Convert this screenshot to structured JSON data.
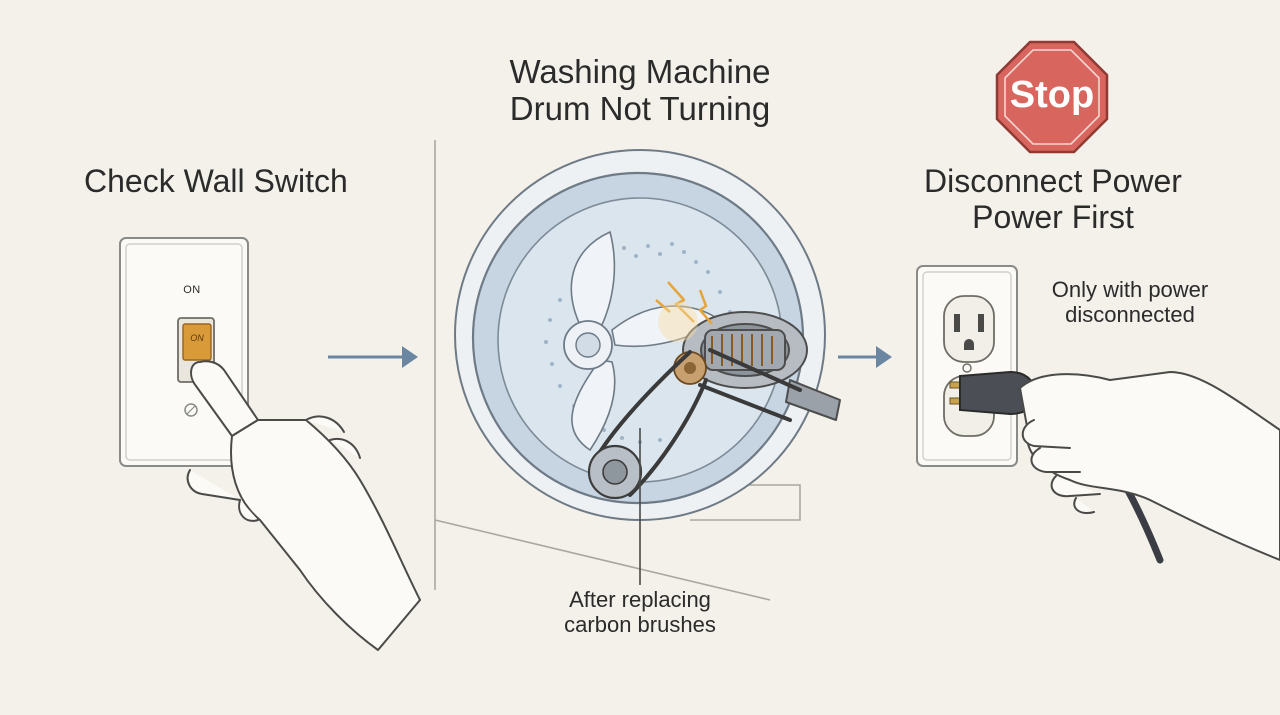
{
  "title": {
    "line1": "Washing Machine",
    "line2": "Drum Not Turning"
  },
  "step1": {
    "label": "Check Wall Switch",
    "switch_state": "ON",
    "toggle_text": "ON"
  },
  "step2": {
    "caption_line1": "After replacing",
    "caption_line2": "carbon brushes"
  },
  "step3": {
    "sign_text": "Stop",
    "label_line1": "Disconnect Power",
    "label_line2": "Power First",
    "note_line1": "Only with power",
    "note_line2": "disconnected"
  },
  "colors": {
    "background": "#f4f1ea",
    "stop_red": "#d9665e",
    "arrow_blue": "#6b86a0",
    "switch_amber": "#d99a3a",
    "drum_blue": "#aac0d6"
  }
}
